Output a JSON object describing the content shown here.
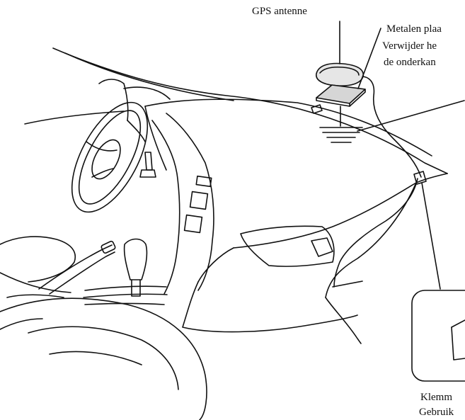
{
  "labels": {
    "gps_antenna": "GPS antenne",
    "metal_plate_line1": "Metalen plaa",
    "metal_plate_line2": "Verwijder he",
    "metal_plate_line3": "de onderkan",
    "clamp_line1": "Klemm",
    "clamp_line2": "Gebruik"
  }
}
